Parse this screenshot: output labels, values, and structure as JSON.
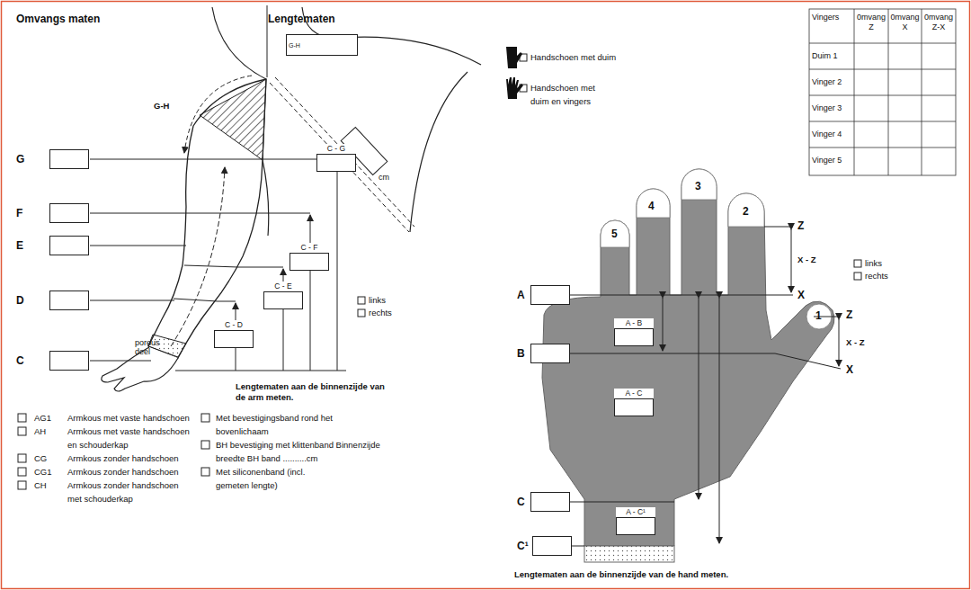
{
  "diagram": {
    "nodes": [
      {
        "text": [
          "G"
        ]
      },
      {
        "text": [
          "F"
        ]
      },
      {
        "text": [
          "E"
        ]
      },
      {
        "text": [
          "D"
        ]
      },
      {
        "text": [
          "C"
        ]
      },
      {
        "text": [
          "G-H"
        ]
      },
      {
        "text": [
          "cm"
        ]
      },
      {
        "text": [
          "C - G"
        ]
      },
      {
        "text": [
          "C - F"
        ]
      },
      {
        "text": [
          "C - E"
        ]
      },
      {
        "text": [
          "C - D"
        ]
      },
      {
        "text": [
          "A"
        ]
      },
      {
        "text": [
          "B"
        ]
      },
      {
        "text": [
          "C"
        ]
      },
      {
        "text": [
          "C¹"
        ]
      },
      {
        "text": [
          "A - B"
        ]
      },
      {
        "text": [
          "A - C"
        ]
      },
      {
        "text": [
          "A - C¹"
        ]
      }
    ],
    "labels": [
      "Omvangs maten",
      "Lengtematen",
      "G-H",
      "poreus deel",
      "Lengtematen aan de binnenzijde van de arm meten.",
      "links",
      "rechts",
      "Handschoen met duim",
      "Handschoen met duim en vingers",
      "Vingers",
      "0mvang Z",
      "0mvang X",
      "0mvang Z-X",
      "Duim 1",
      "Vinger 2",
      "Vinger 3",
      "Vinger 4",
      "Vinger 5",
      "5",
      "4",
      "3",
      "2",
      "1",
      "Z",
      "X - Z",
      "X",
      "Z",
      "X - Z",
      "X",
      "links",
      "rechts",
      "Lengtematen aan de binnenzijde van de hand meten.",
      "AG1",
      "Armkous met vaste handschoen",
      "AH",
      "Armkous met vaste handschoen en schouderkap",
      "CG",
      "Armkous zonder handschoen",
      "CG1",
      "Armkous zonder handschoen",
      "CH",
      "Armkous zonder handschoen met schouderkap",
      "Met bevestigingsband rond het bovenlichaam",
      "BH bevestiging met klittenband Binnenzijde breedte BH band ..........cm",
      "Met siliconenband (incl. gemeten lengte)"
    ]
  }
}
